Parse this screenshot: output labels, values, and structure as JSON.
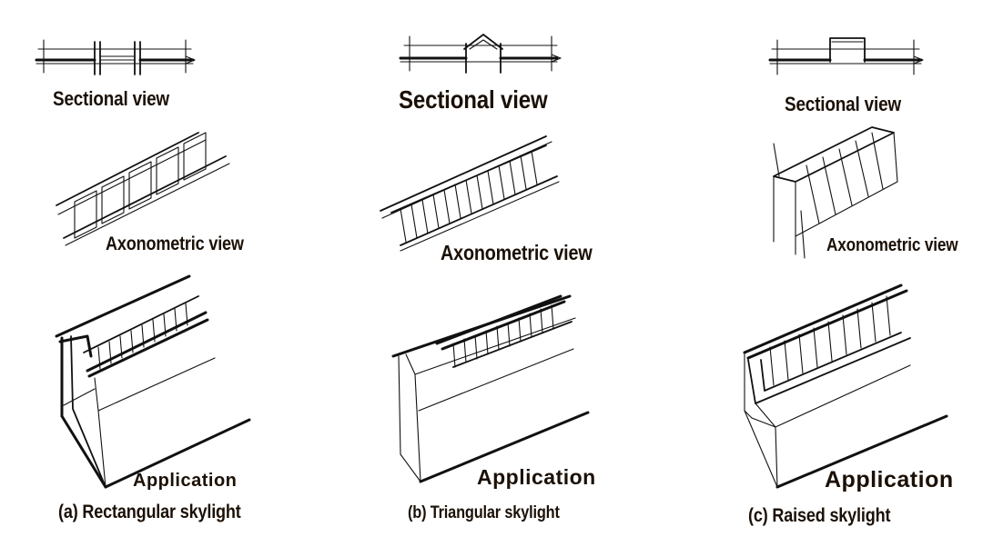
{
  "columns": [
    {
      "id": "rectangular",
      "sectional_label": "Sectional view",
      "axonometric_label": "Axonometric view",
      "application_label": "Application",
      "caption": "(a) Rectangular skylight"
    },
    {
      "id": "triangular",
      "sectional_label": "Sectional view",
      "axonometric_label": "Axonometric view",
      "application_label": "Application",
      "caption": "(b) Triangular skylight"
    },
    {
      "id": "raised",
      "sectional_label": "Sectional view",
      "axonometric_label": "Axonometric view",
      "application_label": "Application",
      "caption": "(c) Raised skylight"
    }
  ],
  "colors": {
    "ink": "#111111",
    "label_text": "#1b1006"
  }
}
